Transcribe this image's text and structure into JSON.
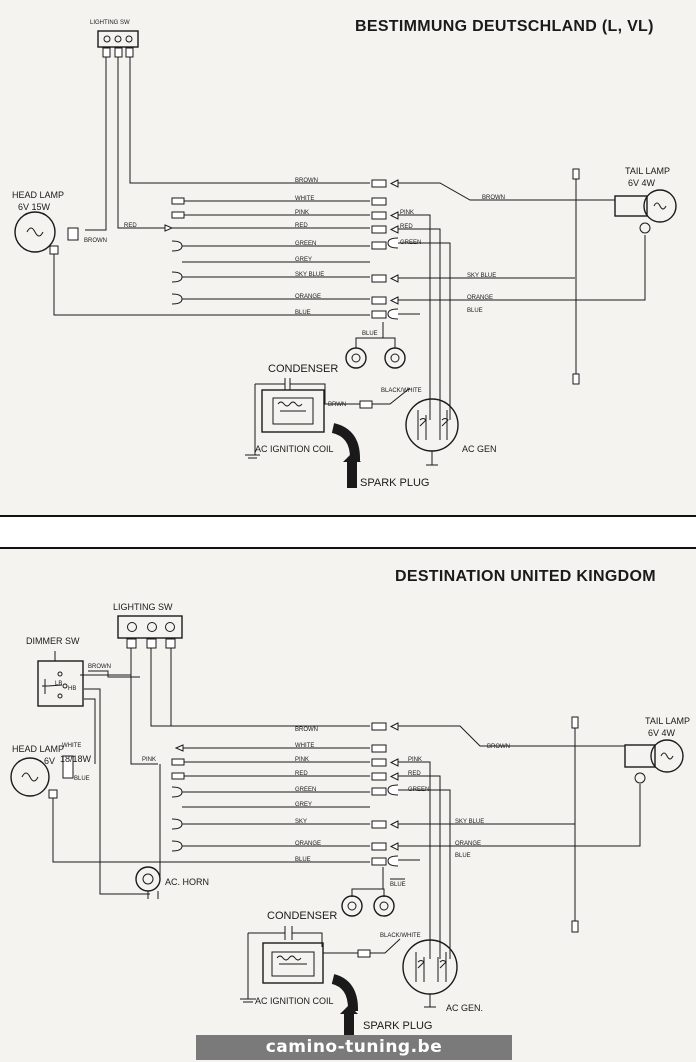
{
  "top": {
    "title": "BESTIMMUNG DEUTSCHLAND (L, VL)",
    "lighting_sw": "LIGHTING SW",
    "head_lamp": "HEAD LAMP",
    "head_lamp_spec": "6V   15W",
    "tail_lamp": "TAIL LAMP",
    "tail_lamp_spec": "6V   4W",
    "condenser": "CONDENSER",
    "ignition_coil": "AC IGNITION COIL",
    "ac_gen": "AC GEN",
    "spark_plug": "SPARK PLUG",
    "wires": {
      "brown": "BROWN",
      "white": "WHITE",
      "pink": "PINK",
      "red": "RED",
      "green": "GREEN",
      "grey": "GREY",
      "sky_blue": "SKY BLUE",
      "orange": "ORANGE",
      "blue": "BLUE",
      "black_white": "BLACK/WHITE",
      "brwn": "BRWN"
    }
  },
  "bottom": {
    "title": "DESTINATION UNITED KINGDOM",
    "lighting_sw": "LIGHTING SW",
    "dimmer_sw": "DIMMER SW",
    "dimmer_lb": "LB",
    "dimmer_hb": "HB",
    "head_lamp": "HEAD LAMP",
    "head_lamp_spec": "6V",
    "head_lamp_watt": "18/18W",
    "tail_lamp": "TAIL LAMP",
    "tail_lamp_spec": "6V   4W",
    "horn": "AC. HORN",
    "condenser": "CONDENSER",
    "ignition_coil": "AC IGNITION COIL",
    "ac_gen": "AC GEN.",
    "spark_plug": "SPARK PLUG",
    "wires": {
      "brown": "BROWN",
      "white": "WHITE",
      "pink": "PINK",
      "red": "RED",
      "green": "GREEN",
      "grey": "GREY",
      "sky": "SKY",
      "sky_blue": "SKY BLUE",
      "orange": "ORANGE",
      "blue": "BLUE",
      "black_white": "BLACK/WHITE"
    }
  },
  "watermark": "camino-tuning.be"
}
